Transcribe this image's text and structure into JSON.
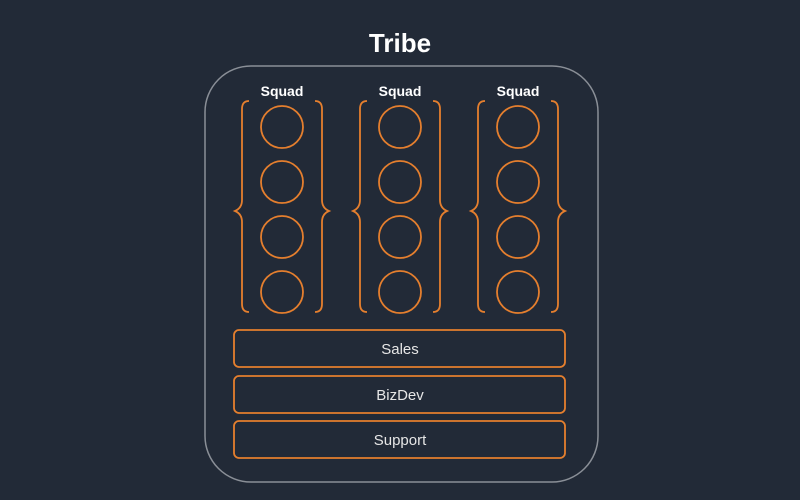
{
  "tribe": {
    "title": "Tribe"
  },
  "squads": [
    {
      "label": "Squad",
      "member_count": 4
    },
    {
      "label": "Squad",
      "member_count": 4
    },
    {
      "label": "Squad",
      "member_count": 4
    }
  ],
  "chapters": [
    {
      "label": "Sales"
    },
    {
      "label": "BizDev"
    },
    {
      "label": "Support"
    }
  ],
  "colors": {
    "background": "#222a37",
    "accent": "#e57f2e",
    "frame": "#8a8f97",
    "text": "#ffffff"
  }
}
